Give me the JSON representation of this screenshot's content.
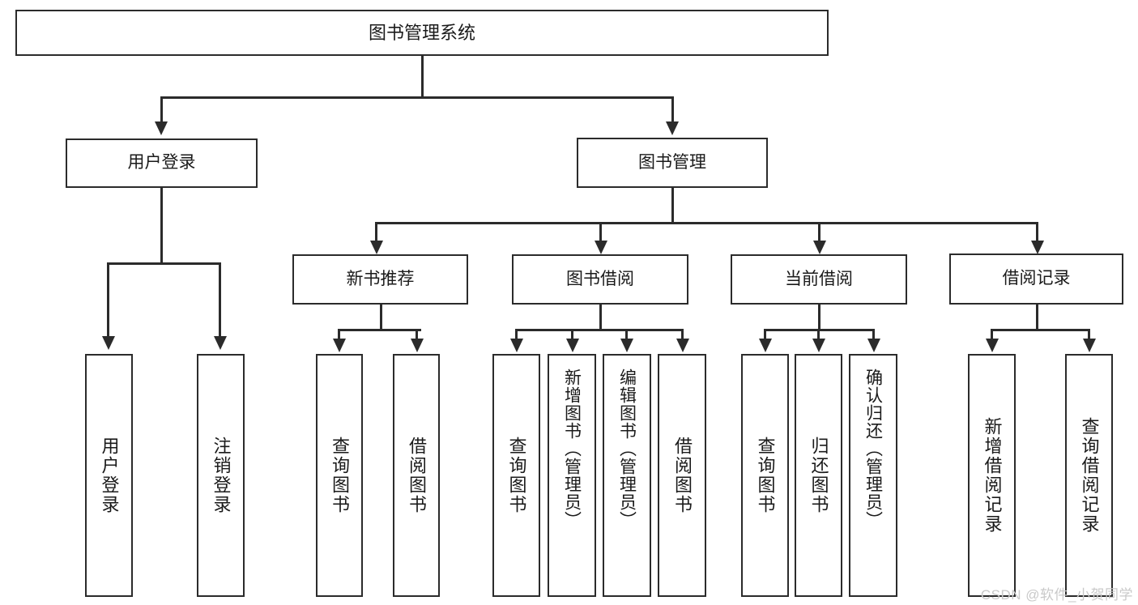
{
  "diagram": {
    "title": "图书管理系统",
    "watermark": "CSDN @软件_小贺同学",
    "colors": {
      "stroke": "#2b2b2b",
      "fill": "#ffffff",
      "text": "#1a1a1a",
      "watermark": "#c9c9c9"
    },
    "levels": {
      "root": "图书管理系统",
      "level1": [
        "用户登录",
        "图书管理"
      ],
      "level2": [
        "新书推荐",
        "图书借阅",
        "当前借阅",
        "借阅记录"
      ]
    },
    "nodes": {
      "root": "图书管理系统",
      "user_login": "用户登录",
      "book_manage": "图书管理",
      "new_book_rec": "新书推荐",
      "book_borrow": "图书借阅",
      "current_borrow": "当前借阅",
      "borrow_record": "借阅记录",
      "leaf_user_login": "用户登录",
      "leaf_user_logout": "注销登录",
      "leaf_rec_query": "查询图书",
      "leaf_rec_borrow": "借阅图书",
      "leaf_borrow_query": "查询图书",
      "leaf_borrow_add": "新增图书（管理员）",
      "leaf_borrow_edit": "编辑图书（管理员）",
      "leaf_borrow_lend": "借阅图书",
      "leaf_cur_query": "查询图书",
      "leaf_cur_return": "归还图书",
      "leaf_cur_confirm": "确认归还（管理员）",
      "leaf_rec_add": "新增借阅记录",
      "leaf_rec_query_record": "查询借阅记录"
    }
  }
}
